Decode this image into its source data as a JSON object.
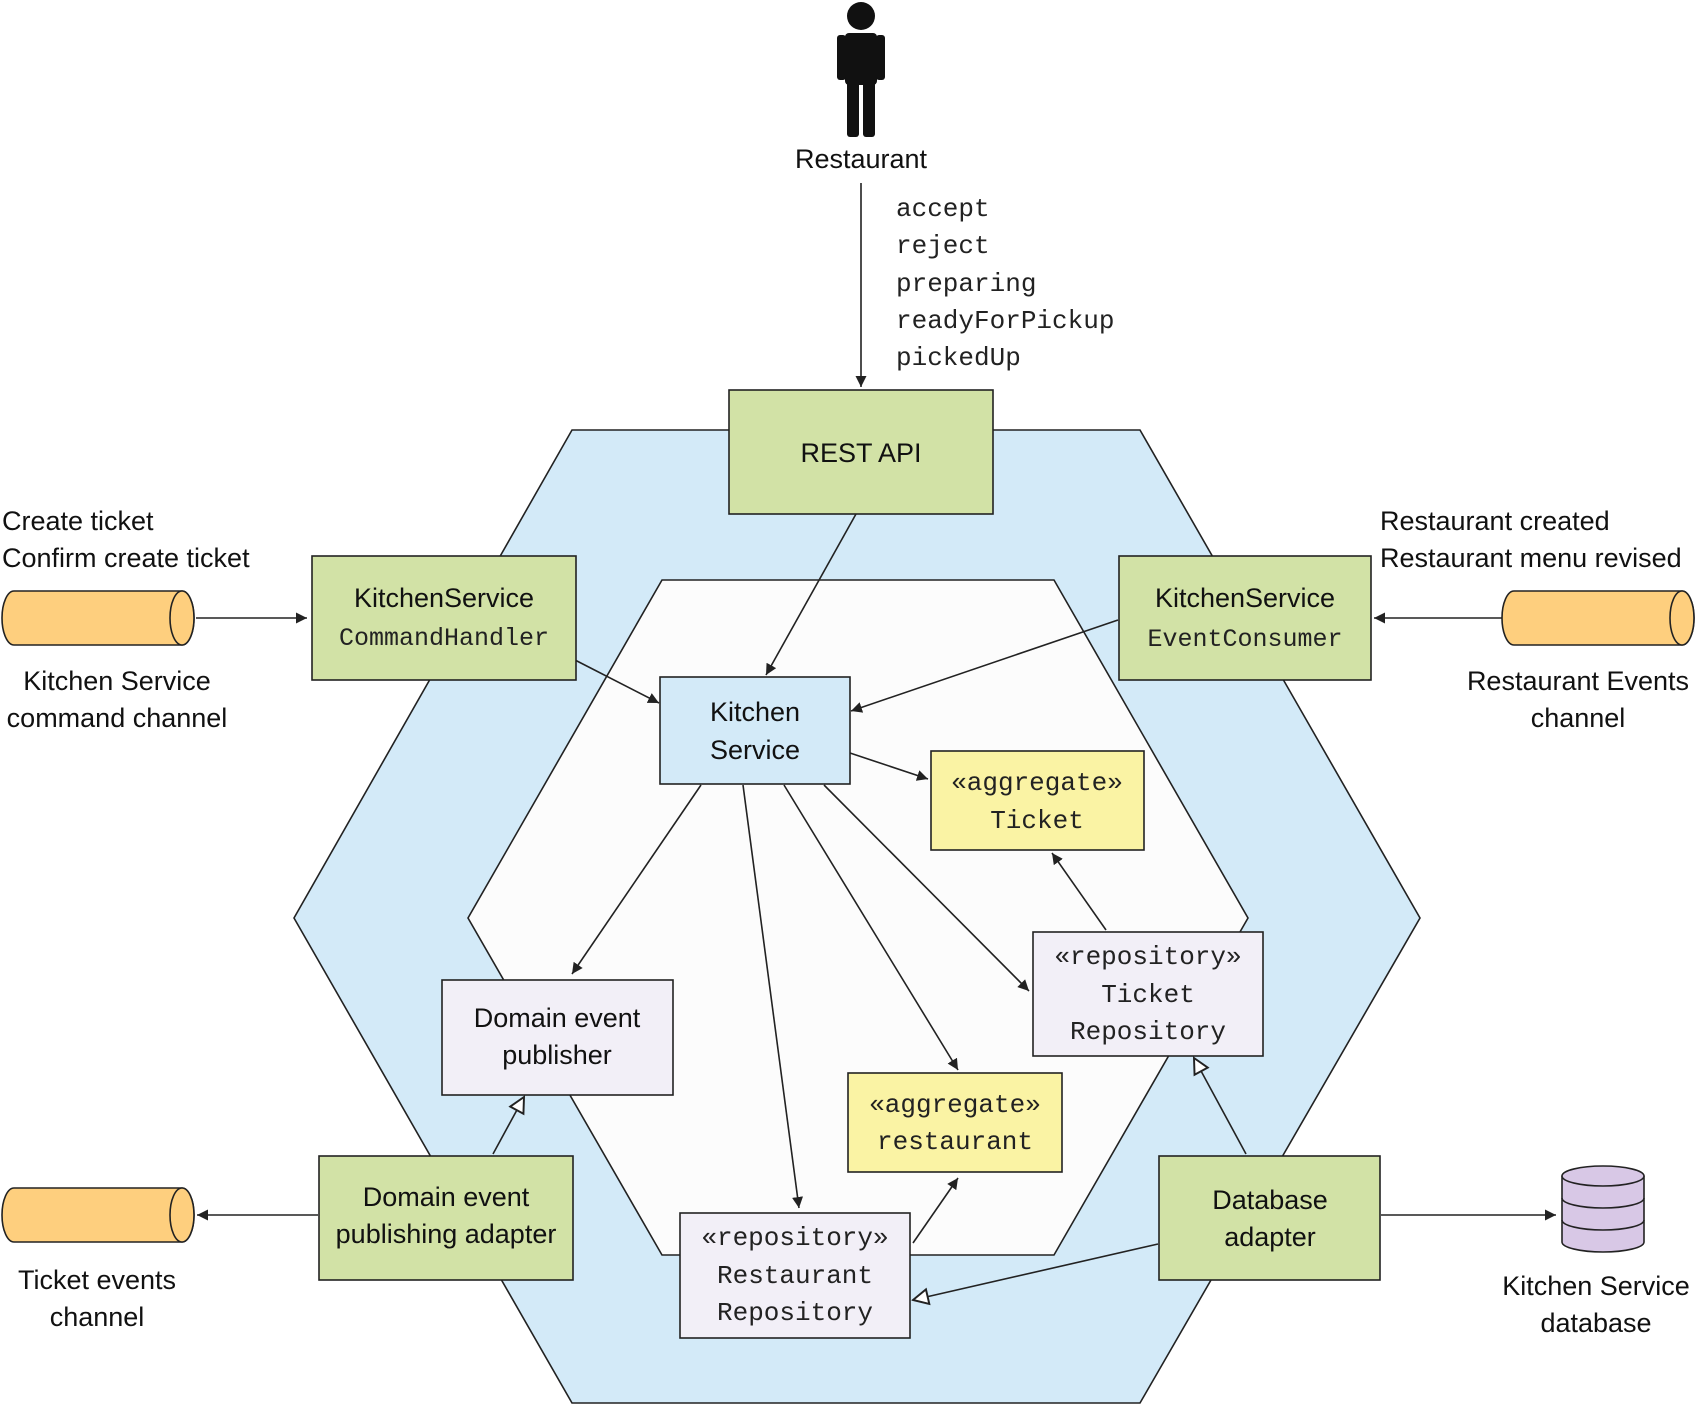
{
  "actor": {
    "label": "Restaurant",
    "icon": "person-icon"
  },
  "rest_operations": [
    "accept",
    "reject",
    "preparing",
    "readyForPickup",
    "pickedUp"
  ],
  "adapters": {
    "rest_api": "REST API",
    "command_handler": {
      "line1": "KitchenService",
      "line2": "CommandHandler"
    },
    "event_consumer": {
      "line1": "KitchenService",
      "line2": "EventConsumer"
    },
    "domain_event_publishing_adapter": {
      "line1": "Domain event",
      "line2": "publishing adapter"
    },
    "database_adapter": {
      "line1": "Database",
      "line2": "adapter"
    }
  },
  "core": {
    "kitchen_service": {
      "line1": "Kitchen",
      "line2": "Service"
    },
    "ticket_aggregate": {
      "stereotype": "«aggregate»",
      "name": "Ticket"
    },
    "restaurant_aggregate": {
      "stereotype": "«aggregate»",
      "name": "restaurant"
    },
    "ticket_repository": {
      "stereotype": "«repository»",
      "line1": "Ticket",
      "line2": "Repository"
    },
    "restaurant_repository": {
      "stereotype": "«repository»",
      "line1": "Restaurant",
      "line2": "Repository"
    },
    "domain_event_publisher": {
      "line1": "Domain event",
      "line2": "publisher"
    }
  },
  "channels": {
    "command_channel": {
      "messages": [
        "Create ticket",
        "Confirm create ticket"
      ],
      "label": [
        "Kitchen Service",
        "command channel"
      ]
    },
    "restaurant_events": {
      "messages": [
        "Restaurant created",
        "Restaurant menu revised"
      ],
      "label": [
        "Restaurant Events",
        "channel"
      ]
    },
    "ticket_events": {
      "label": [
        "Ticket events",
        "channel"
      ]
    }
  },
  "database": {
    "label": [
      "Kitchen Service",
      "database"
    ],
    "icon": "database-icon"
  },
  "colors": {
    "outer_hexagon": "#d3eaf8",
    "inner_hexagon": "#fcfcfc",
    "adapter_box": "#d2e2a6",
    "service_box": "#d3eaf8",
    "aggregate_box": "#faf3a4",
    "repository_box": "#f2eff7",
    "channel": "#fecf7e",
    "database": "#d8c8e6",
    "stroke": "#222222"
  }
}
